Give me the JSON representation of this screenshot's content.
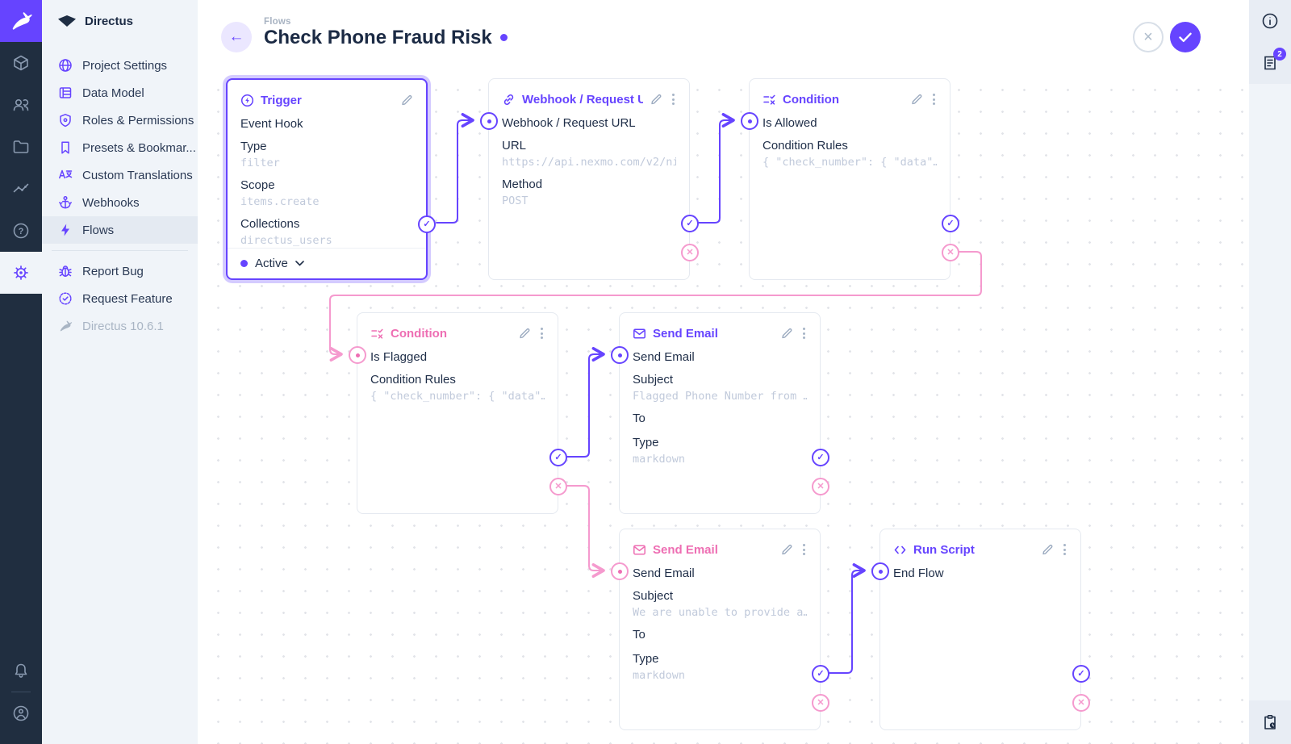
{
  "icons": {
    "check": "✓",
    "cross": "✕",
    "close": "×",
    "back": "←"
  },
  "sidebar": {
    "project_name": "Directus",
    "items": [
      {
        "label": "Project Settings"
      },
      {
        "label": "Data Model"
      },
      {
        "label": "Roles & Permissions"
      },
      {
        "label": "Presets & Bookmar..."
      },
      {
        "label": "Custom Translations"
      },
      {
        "label": "Webhooks"
      },
      {
        "label": "Flows"
      }
    ],
    "secondary_items": [
      {
        "label": "Report Bug"
      },
      {
        "label": "Request Feature"
      },
      {
        "label": "Directus 10.6.1"
      }
    ]
  },
  "header": {
    "breadcrumb": "Flows",
    "title": "Check Phone Fraud Risk"
  },
  "right_sidebar": {
    "notification_count": "2"
  },
  "canvas": {
    "nodes": [
      {
        "title": "Trigger",
        "status": "Active",
        "rows": [
          {
            "t": "Event Hook"
          },
          {
            "t": "Type"
          },
          {
            "t": "filter"
          },
          {
            "t": "Scope"
          },
          {
            "t": "items.create"
          },
          {
            "t": "Collections"
          },
          {
            "t": "directus_users"
          }
        ]
      },
      {
        "title": "Webhook / Request URL",
        "rows": [
          {
            "t": "Webhook / Request URL"
          },
          {
            "t": "URL"
          },
          {
            "t": "https://api.nexmo.com/v2/ni"
          },
          {
            "t": "Method"
          },
          {
            "t": "POST"
          }
        ]
      },
      {
        "title": "Condition",
        "rows": [
          {
            "t": "Is Allowed"
          },
          {
            "t": "Condition Rules"
          },
          {
            "t": "{ \"check_number\": { \"data\"…"
          }
        ]
      },
      {
        "title": "Condition",
        "rows": [
          {
            "t": "Is Flagged"
          },
          {
            "t": "Condition Rules"
          },
          {
            "t": "{ \"check_number\": { \"data\"…"
          }
        ]
      },
      {
        "title": "Send Email",
        "rows": [
          {
            "t": "Send Email"
          },
          {
            "t": "Subject"
          },
          {
            "t": "Flagged Phone Number from …"
          },
          {
            "t": "To"
          },
          {
            "t": "Type"
          },
          {
            "t": "markdown"
          }
        ]
      },
      {
        "title": "Send Email",
        "rows": [
          {
            "t": "Send Email"
          },
          {
            "t": "Subject"
          },
          {
            "t": "We are unable to provide a…"
          },
          {
            "t": "To"
          },
          {
            "t": "Type"
          },
          {
            "t": "markdown"
          }
        ]
      },
      {
        "title": "Run Script",
        "rows": [
          {
            "t": "End Flow"
          }
        ]
      }
    ]
  },
  "colors": {
    "accent": "#6644ff",
    "pink": "#ee6eb3",
    "pink_soft": "#f59ace"
  }
}
